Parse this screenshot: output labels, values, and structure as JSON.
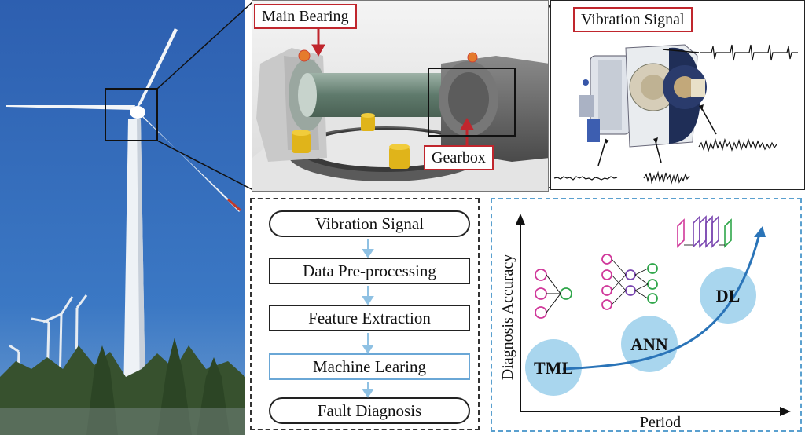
{
  "labels": {
    "main_bearing": "Main Bearing",
    "gearbox": "Gearbox",
    "vibration_signal_title": "Vibration Signal"
  },
  "flow": {
    "steps": [
      "Vibration Signal",
      "Data Pre-processing",
      "Feature Extraction",
      "Machine Learing",
      "Fault Diagnosis"
    ]
  },
  "trend": {
    "y_axis_label": "Diagnosis Accuracy",
    "x_axis_label": "Period",
    "stages": [
      "TML",
      "ANN",
      "DL"
    ]
  },
  "colors": {
    "callout_border": "#c0262d",
    "sky": "#2d62b3",
    "bubble": "#a9d6ee",
    "trend_arrow": "#2a74b8",
    "node_pink": "#d0389a",
    "node_green": "#2fa64a",
    "flow_highlight": "#6aa7d6"
  }
}
